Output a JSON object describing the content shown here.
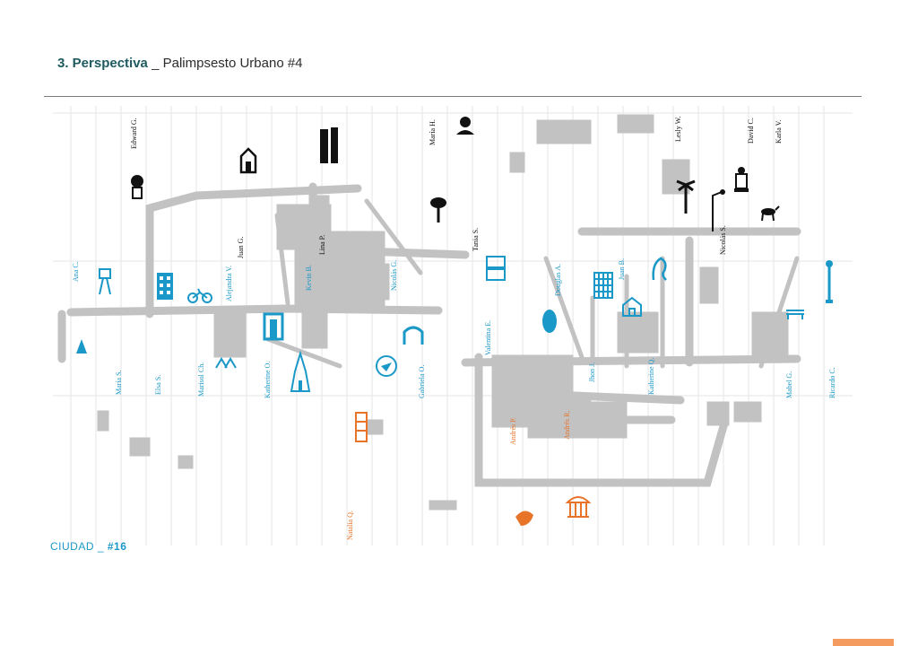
{
  "header": {
    "section": "3. Perspectiva",
    "separator": "_",
    "subtitle": "Palimpsesto Urbano #4"
  },
  "footer": {
    "city_prefix": "CIUDAD _",
    "city_number": "#16"
  },
  "colors": {
    "title": "#1f5a5f",
    "roads": "#c2c2c2",
    "black_layer": "#111111",
    "blue_layer": "#1a98c8",
    "orange_layer": "#e8742a",
    "grid": "#e6e6e6"
  },
  "names": {
    "black": [
      "Edward G.",
      "Juan G.",
      "Lina P.",
      "María H.",
      "Tania S.",
      "Lesly W.",
      "David C.",
      "Karla V.",
      "Nicolás S."
    ],
    "blue": [
      "Ana C.",
      "María S.",
      "Elsa S.",
      "Marisol Ch.",
      "Alejandra V.",
      "Katherine O.",
      "Kevin B.",
      "Nicolás G.",
      "Gabriela O.",
      "Valentina E.",
      "Douglas A.",
      "Juan B.",
      "Jhon J.",
      "Katherine Q.",
      "Mabel G.",
      "Ricardo C."
    ],
    "orange": [
      "Natalia Q.",
      "Andrés P.",
      "Andrés R."
    ]
  },
  "icons": {
    "black": [
      "chef-icon",
      "church-icon",
      "tower-icon",
      "bust-icon",
      "tree-icon",
      "palm-tree-icon",
      "street-lamp-icon",
      "statue-icon",
      "dog-icon"
    ],
    "blue": [
      "stick-figure-icon",
      "cone-icon",
      "building-icon",
      "bicycle-icon",
      "rings-icon",
      "gate-icon",
      "cathedral-icon",
      "bird-icon",
      "arch-icon",
      "map-sign-icon",
      "globe-icon",
      "grid-building-icon",
      "house-icon",
      "horse-icon",
      "lamp-post-icon",
      "bench-icon"
    ],
    "orange": [
      "door-frame-icon",
      "fish-icon",
      "pavilion-icon"
    ]
  }
}
